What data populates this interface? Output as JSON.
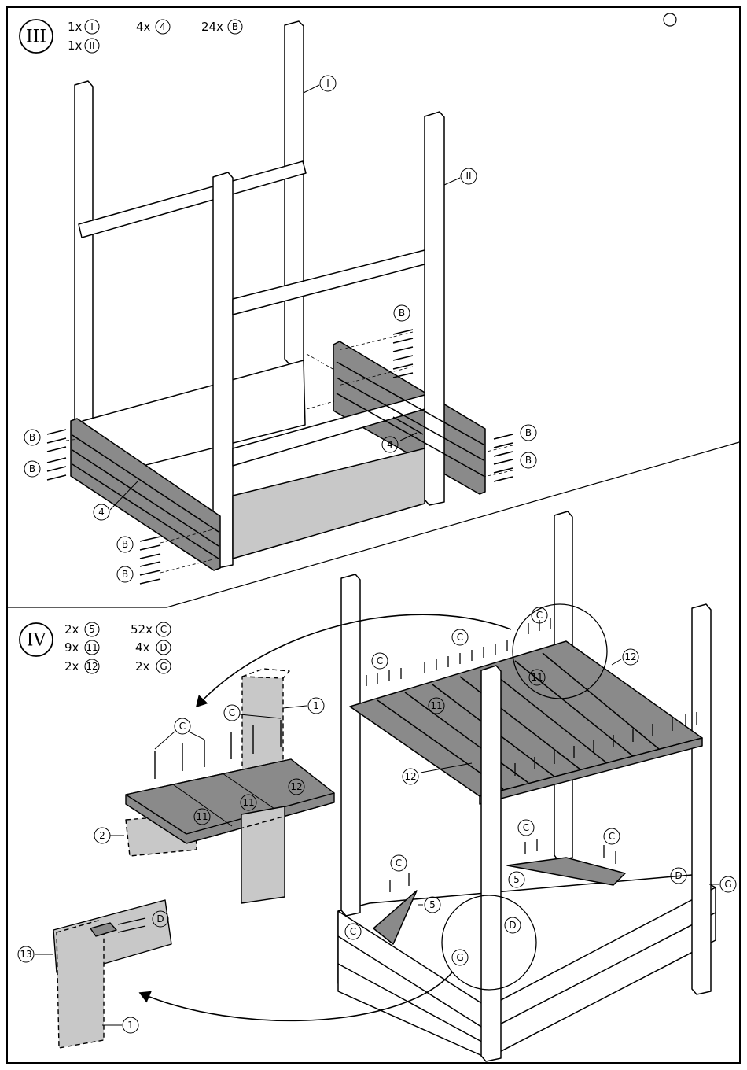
{
  "step3": {
    "number": "III",
    "parts": [
      {
        "qty": "1x",
        "id": "I"
      },
      {
        "qty": "1x",
        "id": "II"
      },
      {
        "qty": "4x",
        "id": "4"
      },
      {
        "qty": "24x",
        "id": "B"
      }
    ],
    "callouts": {
      "post_left": "I",
      "post_right": "II",
      "board": "4",
      "screw": "B"
    }
  },
  "step4": {
    "number": "IV",
    "parts": [
      {
        "qty": "2x",
        "id": "5"
      },
      {
        "qty": "9x",
        "id": "11"
      },
      {
        "qty": "2x",
        "id": "12"
      },
      {
        "qty": "52x",
        "id": "C"
      },
      {
        "qty": "4x",
        "id": "D"
      },
      {
        "qty": "2x",
        "id": "G"
      }
    ],
    "callouts": {
      "post": "1",
      "beam": "2",
      "corner_beam": "13",
      "slat": "11",
      "edge_board": "12",
      "brace": "5",
      "screw_c": "C",
      "bolt_d": "D",
      "bracket_g": "G"
    }
  },
  "colors": {
    "line": "#000000",
    "wood_light": "#ffffff",
    "wood_mid": "#c8c8c8",
    "wood_dark": "#8a8a8a"
  }
}
